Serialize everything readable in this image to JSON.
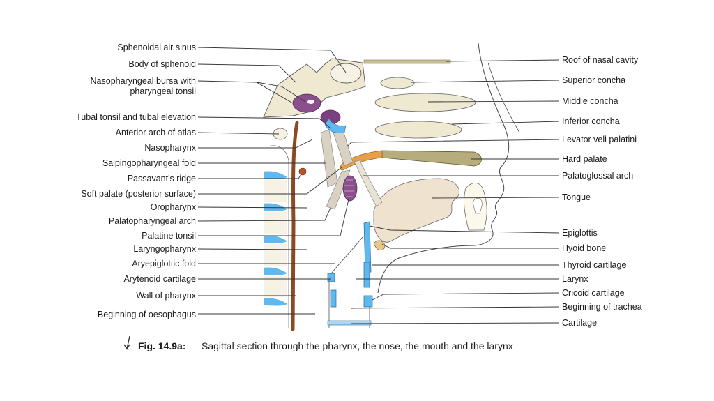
{
  "labels_left": [
    "Sphenoidal air sinus",
    "Body of sphenoid",
    "Nasopharyngeal bursa with",
    "pharyngeal tonsil",
    "Tubal tonsil and tubal elevation",
    "Anterior arch of atlas",
    "Nasopharynx",
    "Salpingopharyngeal fold",
    "Passavant's ridge",
    "Soft palate (posterior surface)",
    "Oropharynx",
    "Palatopharyngeal arch",
    "Palatine tonsil",
    "Laryngopharynx",
    "Aryepiglottic fold",
    "Arytenoid cartilage",
    "Wall of pharynx",
    "Beginning of oesophagus"
  ],
  "labels_right": [
    "Roof of nasal cavity",
    "Superior concha",
    "Middle concha",
    "Inferior concha",
    "Levator veli palatini",
    "Hard palate",
    "Palatoglossal arch",
    "Tongue",
    "Epiglottis",
    "Hyoid bone",
    "Thyroid cartilage",
    "Larynx",
    "Cricoid cartilage",
    "Beginning of trachea",
    "Cartilage"
  ],
  "caption": {
    "fig": "Fig. 14.9a:",
    "text": "Sagittal section through the pharynx, the nose, the mouth and the larynx"
  },
  "colors": {
    "bone": "#efe9d2",
    "tonsil": "#8a4f8c",
    "muscle": "#d9d2c3",
    "cartilage_blue": "#5fb8ee",
    "pharynx_wall": "#8b4a22",
    "hard_palate": "#b7ad7c",
    "soft_palate": "#e6a04a"
  }
}
